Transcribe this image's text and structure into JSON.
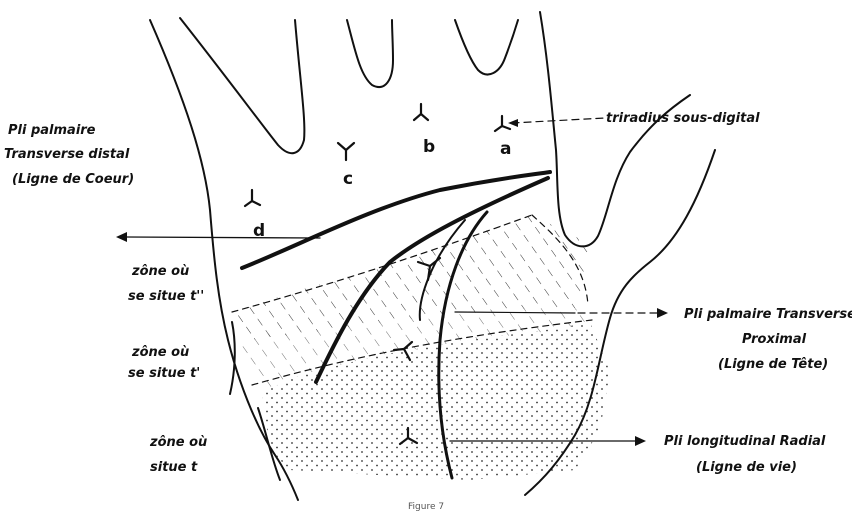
{
  "labels": {
    "triradius_note": "triradius sous-digital",
    "distal_line1": "Pli palmaire",
    "distal_line2": "Transverse distal",
    "distal_line3": "(Ligne de Coeur)",
    "zone_t2_line1": "zône où",
    "zone_t2_line2": "se situe t''",
    "zone_t1_line1": "zône où",
    "zone_t1_line2": "se situe t'",
    "zone_t_line1": "zône où",
    "zone_t_line2": "situe t",
    "proximal_line1": "Pli palmaire Transverse",
    "proximal_line2": "Proximal",
    "proximal_line3": "(Ligne de Tête)",
    "radial_line1": "Pli longitudinal Radial",
    "radial_line2": "(Ligne de vie)"
  },
  "triradii_letters": {
    "a": "a",
    "b": "b",
    "c": "c",
    "d": "d"
  },
  "caption": "Figure 7"
}
